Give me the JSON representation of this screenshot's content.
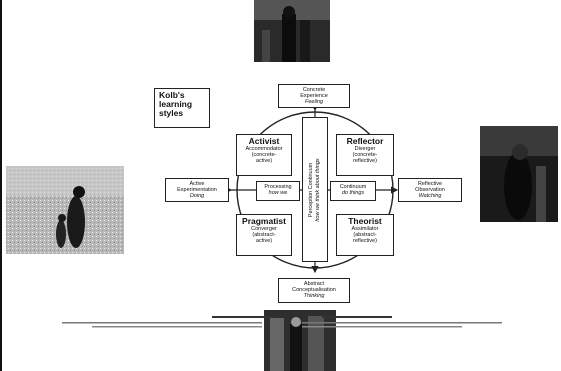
{
  "diagram": {
    "title": "Kolb's learning styles",
    "top_box": {
      "line1": "Concrete",
      "line2": "Experience",
      "mode": "Feeling"
    },
    "bottom_box": {
      "line1": "Abstract",
      "line2": "Conceptualisation",
      "mode": "Thinking"
    },
    "left_box": {
      "line1": "Active",
      "line2": "Experimentation",
      "mode": "Doing"
    },
    "right_box": {
      "line1": "Reflective",
      "line2": "Observation",
      "mode": "Watching"
    },
    "processing": {
      "label": "Processing",
      "sub": "how we"
    },
    "continuum": {
      "label": "Continuum",
      "sub": "do things"
    },
    "perception": {
      "label": "Perception Continuum",
      "sub": "how we think about things"
    },
    "quadrants": {
      "activist": {
        "name": "Activist",
        "l1": "Accommodator",
        "l2": "(concrete-",
        "l3": "active)"
      },
      "reflector": {
        "name": "Reflector",
        "l1": "Diverger",
        "l2": "(concrete-",
        "l3": "reflective)"
      },
      "pragmatist": {
        "name": "Pragmatist",
        "l1": "Converger",
        "l2": "(abstract-",
        "l3": "active)"
      },
      "theorist": {
        "name": "Theorist",
        "l1": "Assimilator",
        "l2": "(abstract-",
        "l3": "reflective)"
      }
    }
  },
  "colors": {
    "line": "#222222",
    "background": "#ffffff"
  }
}
